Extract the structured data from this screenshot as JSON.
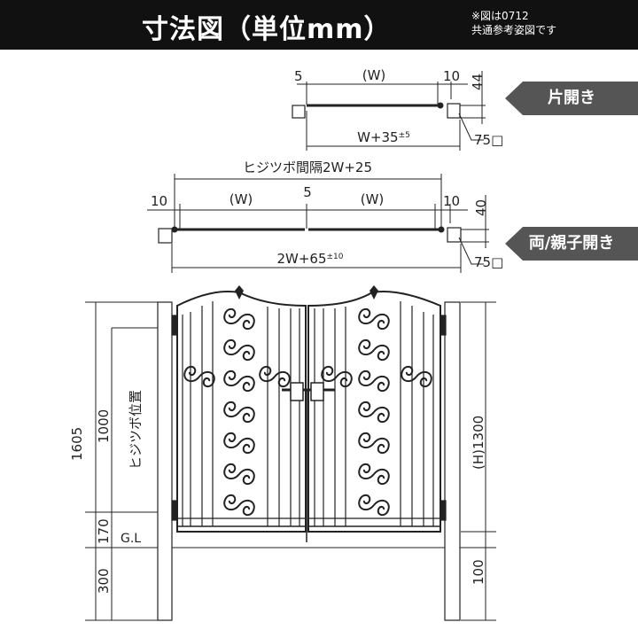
{
  "header": {
    "title": "寸法図（単位mm）",
    "note_line1": "※図は0712",
    "note_line2": "共通参考姿図です"
  },
  "tags": {
    "single": "片開き",
    "double": "両/親子開き"
  },
  "single_dims": {
    "left_offset": "5",
    "width": "(W)",
    "right_offset": "10",
    "depth": "44",
    "overall": "W+35",
    "overall_tol": "±5",
    "post": "75□"
  },
  "double_dims": {
    "hinge_pitch": "ヒジツボ間隔2W+25",
    "left_offset": "10",
    "left_width": "(W)",
    "center_gap": "5",
    "right_width": "(W)",
    "right_offset": "10",
    "depth": "40",
    "overall": "2W+65",
    "overall_tol": "±10",
    "post": "75□"
  },
  "elevation": {
    "total_height": "1605",
    "hinge_position_label": "ヒジツボ位置",
    "hinge_height": "1000",
    "bottom_hinge": "170",
    "ground_label": "G.L",
    "embed_depth": "300",
    "gate_height": "(H)1300",
    "ground_clearance": "100"
  }
}
